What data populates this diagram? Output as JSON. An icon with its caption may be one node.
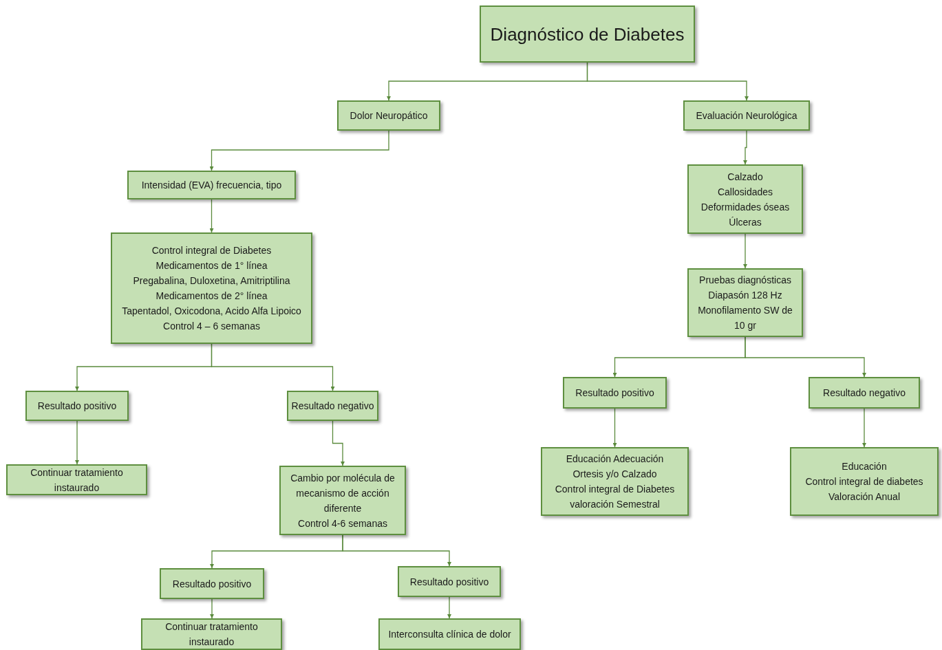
{
  "diagram": {
    "nodes": [
      {
        "text": [
          "Diagnóstico de Diabetes"
        ]
      },
      {
        "text": [
          "Dolor Neuropático"
        ]
      },
      {
        "text": [
          "Evaluación Neurológica"
        ]
      },
      {
        "text": [
          "Intensidad (EVA) frecuencia, tipo"
        ]
      },
      {
        "text": [
          "Control integral de Diabetes",
          "Medicamentos de 1° línea",
          "Pregabalina, Duloxetina, Amitriptilina",
          "Medicamentos de 2° línea",
          "Tapentadol, Oxicodona, Acido Alfa Lipoico",
          "Control 4 – 6 semanas"
        ]
      },
      {
        "text": [
          "Resultado positivo"
        ]
      },
      {
        "text": [
          "Resultado negativo"
        ]
      },
      {
        "text": [
          "Continuar tratamiento instaurado"
        ]
      },
      {
        "text": [
          "Cambio por molécula de mecanismo de acción diferente",
          "Control 4-6 semanas"
        ]
      },
      {
        "text": [
          "Resultado positivo"
        ]
      },
      {
        "text": [
          "Resultado positivo"
        ]
      },
      {
        "text": [
          "Continuar tratamiento instaurado"
        ]
      },
      {
        "text": [
          "Interconsulta clínica de dolor"
        ]
      },
      {
        "text": [
          "Calzado",
          "Callosidades",
          "Deformidades óseas",
          "Úlceras"
        ]
      },
      {
        "text": [
          "Pruebas diagnósticas",
          "Diapasón 128 Hz",
          "Monofilamento SW de 10 gr"
        ]
      },
      {
        "text": [
          "Resultado positivo"
        ]
      },
      {
        "text": [
          "Resultado negativo"
        ]
      },
      {
        "text": [
          "Educación Adecuación",
          "Ortesis y/o Calzado",
          "Control integral de Diabetes",
          "valoración Semestral"
        ]
      },
      {
        "text": [
          "Educación",
          "Control integral de diabetes",
          "Valoración Anual"
        ]
      }
    ],
    "edges": [
      {
        "from": 0,
        "to": 1,
        "arrow": "to"
      },
      {
        "from": 0,
        "to": 2,
        "arrow": "to"
      },
      {
        "from": 1,
        "to": 3,
        "arrow": "to"
      },
      {
        "from": 3,
        "to": 4,
        "arrow": "to"
      },
      {
        "from": 4,
        "to": 5,
        "arrow": "to"
      },
      {
        "from": 4,
        "to": 6,
        "arrow": "to"
      },
      {
        "from": 5,
        "to": 7,
        "arrow": "to"
      },
      {
        "from": 6,
        "to": 8,
        "arrow": "to"
      },
      {
        "from": 8,
        "to": 9,
        "arrow": "to"
      },
      {
        "from": 8,
        "to": 10,
        "arrow": "to"
      },
      {
        "from": 9,
        "to": 11,
        "arrow": "to"
      },
      {
        "from": 10,
        "to": 12,
        "arrow": "to"
      },
      {
        "from": 2,
        "to": 13,
        "arrow": "to"
      },
      {
        "from": 13,
        "to": 14,
        "arrow": "to"
      },
      {
        "from": 14,
        "to": 15,
        "arrow": "to"
      },
      {
        "from": 14,
        "to": 16,
        "arrow": "to"
      },
      {
        "from": 15,
        "to": 17,
        "arrow": "to"
      },
      {
        "from": 16,
        "to": 18,
        "arrow": "to"
      }
    ]
  }
}
